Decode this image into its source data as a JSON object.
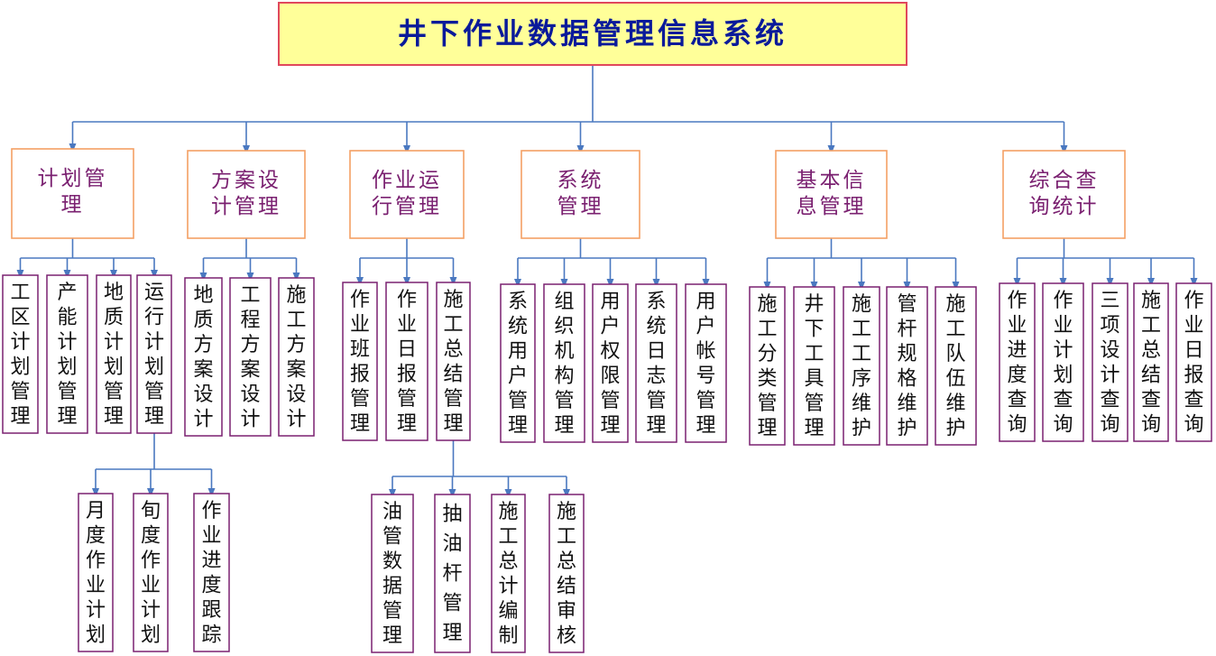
{
  "title": "井下作业数据管理信息系统",
  "modules": [
    {
      "id": "m1",
      "label": [
        "计划管",
        "理"
      ],
      "children": [
        {
          "label": "工区计划管理"
        },
        {
          "label": "产能计划管理"
        },
        {
          "label": "地质计划管理"
        },
        {
          "label": "运行计划管理",
          "children": [
            {
              "label": "月度作业计划"
            },
            {
              "label": "旬度作业计划"
            },
            {
              "label": "作业进度跟踪"
            }
          ]
        }
      ]
    },
    {
      "id": "m2",
      "label": [
        "方案设",
        "计管理"
      ],
      "children": [
        {
          "label": "地质方案设计"
        },
        {
          "label": "工程方案设计"
        },
        {
          "label": "施工方案设计"
        }
      ]
    },
    {
      "id": "m3",
      "label": [
        "作业运",
        "行管理"
      ],
      "children": [
        {
          "label": "作业班报管理"
        },
        {
          "label": "作业日报管理"
        },
        {
          "label": "施工总结管理",
          "children": [
            {
              "label": "油管数据管理"
            },
            {
              "label": "抽油杆管理"
            },
            {
              "label": "施工总计编制"
            },
            {
              "label": "施工总结审核"
            }
          ]
        }
      ]
    },
    {
      "id": "m4",
      "label": [
        "系统",
        "管理"
      ],
      "children": [
        {
          "label": "系统用户管理"
        },
        {
          "label": "组织机构管理"
        },
        {
          "label": "用户权限管理"
        },
        {
          "label": "系统日志管理"
        },
        {
          "label": "用户帐号管理"
        }
      ]
    },
    {
      "id": "m5",
      "label": [
        "基本信",
        "息管理"
      ],
      "children": [
        {
          "label": "施工分类管理"
        },
        {
          "label": "井下工具管理"
        },
        {
          "label": "施工工序维护"
        },
        {
          "label": "管杆规格维护"
        },
        {
          "label": "施工队伍维护"
        }
      ]
    },
    {
      "id": "m6",
      "label": [
        "综合查",
        "询统计"
      ],
      "children": [
        {
          "label": "作业进度查询"
        },
        {
          "label": "作业计划查询"
        },
        {
          "label": "三项设计查询"
        },
        {
          "label": "施工总结查询"
        },
        {
          "label": "作业日报查询"
        }
      ]
    }
  ],
  "colors": {
    "title_fill": "#ffff99",
    "title_border": "#e0485c",
    "title_text": "#0a1a9a",
    "module_border": "#f4a064",
    "module_text": "#7a2070",
    "leaf_border": "#7a2070",
    "leaf_text": "#111111",
    "connector": "#4a78c0"
  }
}
